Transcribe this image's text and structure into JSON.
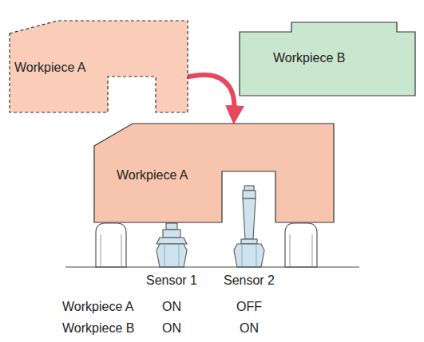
{
  "diagram": {
    "nodes": [
      {
        "text": [
          "Workpiece A"
        ]
      },
      {
        "text": [
          "Workpiece B"
        ]
      },
      {
        "text": [
          "Workpiece A"
        ]
      }
    ],
    "edges": [
      {
        "from": 0,
        "to": 2,
        "arrow": "to"
      }
    ],
    "labels": [
      "Sensor 1",
      "Sensor 2",
      "Workpiece A",
      "ON",
      "OFF",
      "Workpiece B",
      "ON",
      "ON"
    ]
  }
}
